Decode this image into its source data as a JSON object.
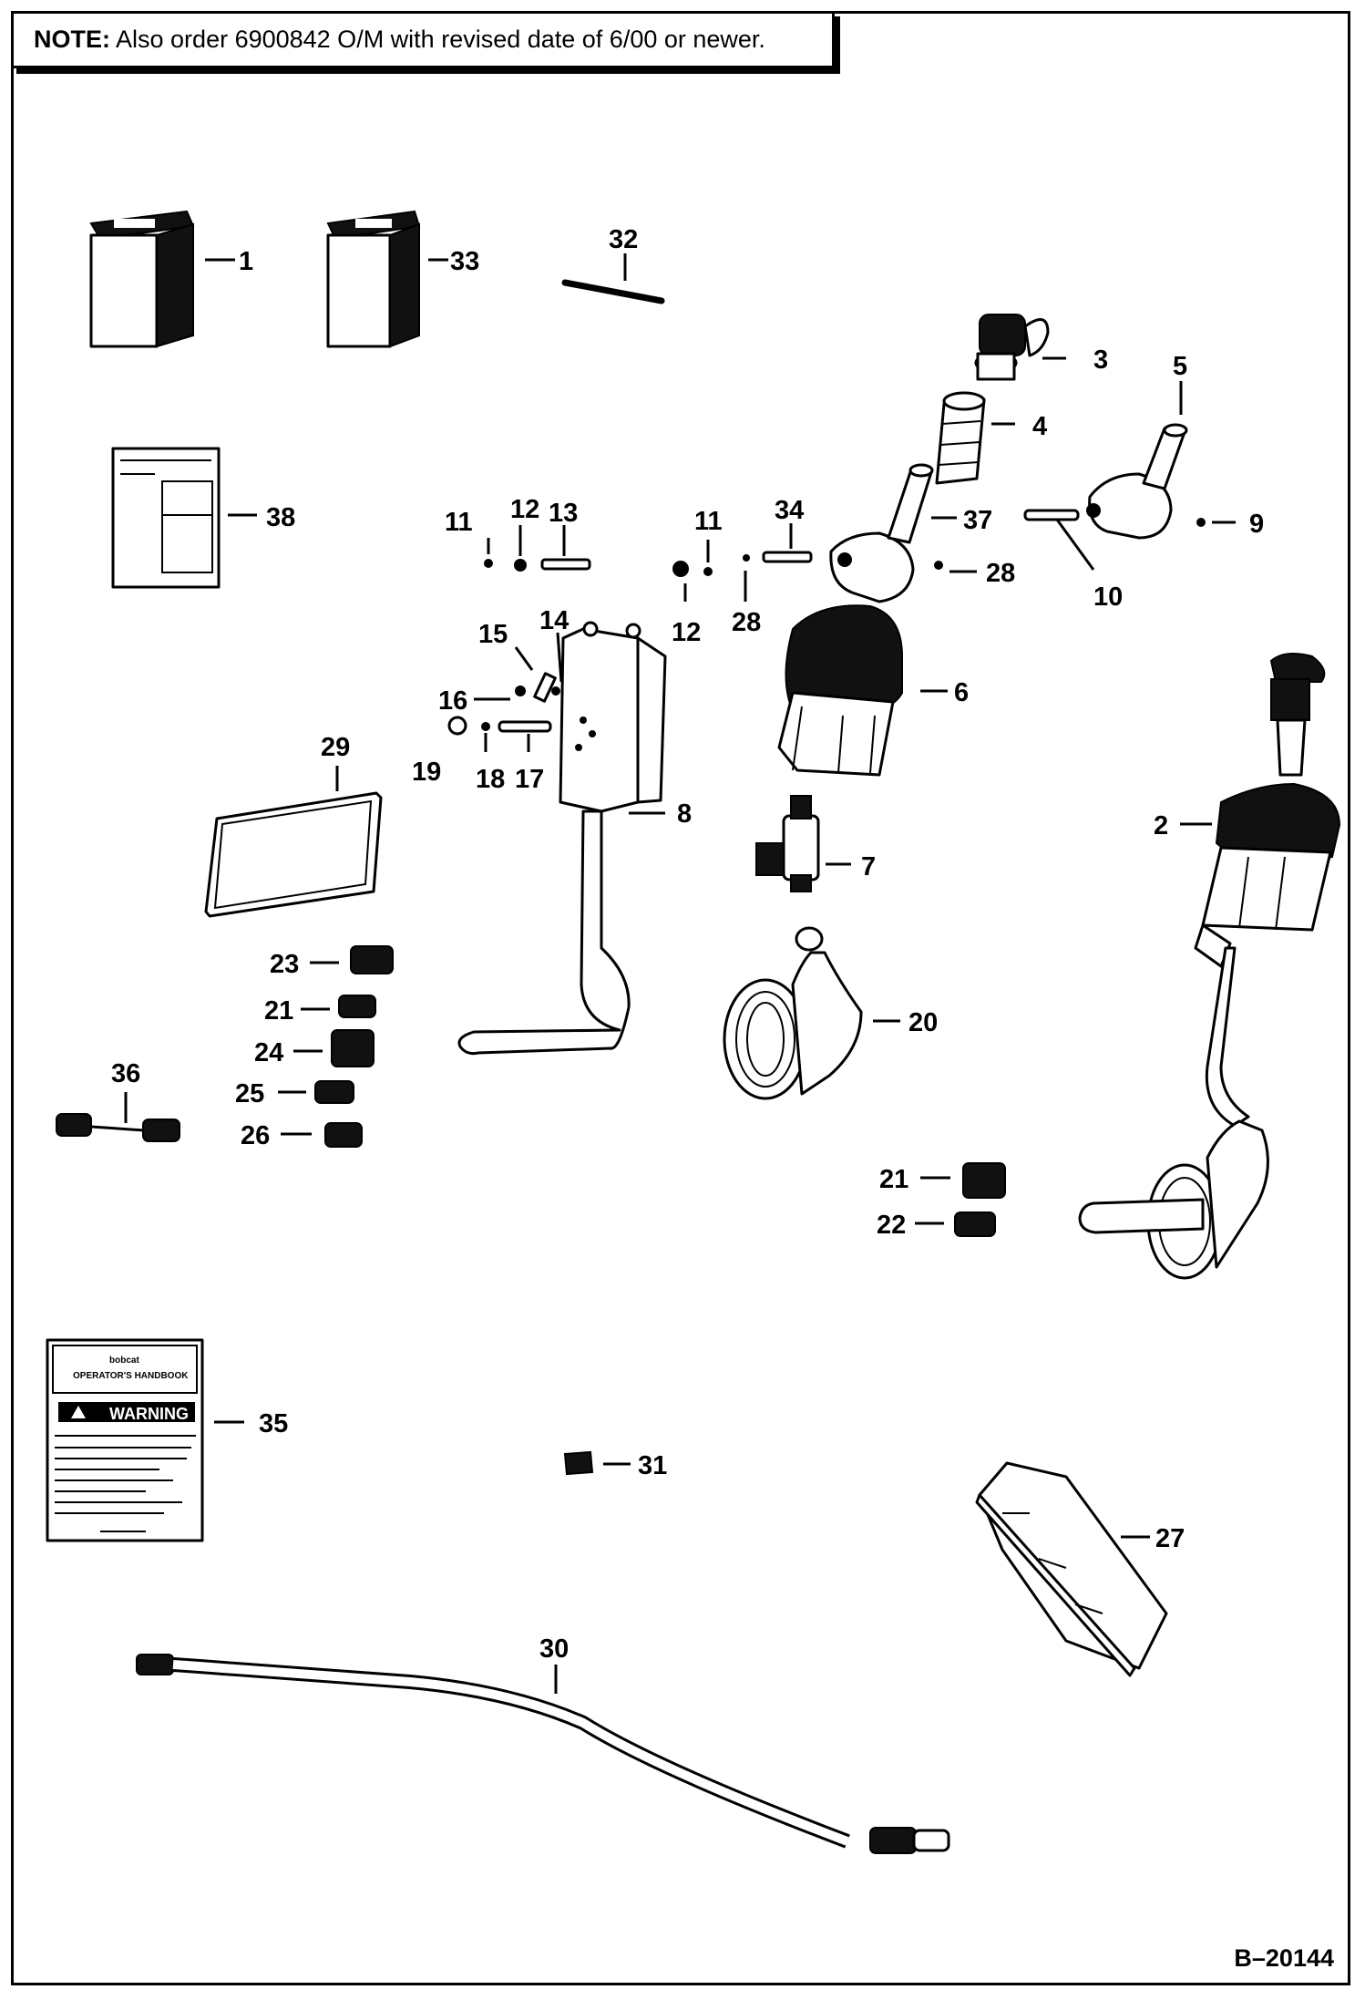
{
  "note": {
    "prefix": "NOTE:",
    "text": "Also order 6900842 O/M with revised date of 6/00 or newer."
  },
  "drawing_number": "B–20144",
  "decal_35": {
    "brand": "bobcat",
    "title": "OPERATOR'S HANDBOOK",
    "warning": "WARNING"
  },
  "callouts": {
    "c1": "1",
    "c2": "2",
    "c3": "3",
    "c4": "4",
    "c5": "5",
    "c6": "6",
    "c7": "7",
    "c8": "8",
    "c9": "9",
    "c10": "10",
    "c11a": "11",
    "c11b": "11",
    "c12a": "12",
    "c12b": "12",
    "c13": "13",
    "c14": "14",
    "c15": "15",
    "c16": "16",
    "c17": "17",
    "c18": "18",
    "c19": "19",
    "c20": "20",
    "c21a": "21",
    "c21b": "21",
    "c22": "22",
    "c23": "23",
    "c24": "24",
    "c25": "25",
    "c26": "26",
    "c27": "27",
    "c28a": "28",
    "c28b": "28",
    "c29": "29",
    "c30": "30",
    "c31": "31",
    "c32": "32",
    "c33": "33",
    "c34": "34",
    "c35": "35",
    "c36": "36",
    "c37": "37",
    "c38": "38"
  }
}
